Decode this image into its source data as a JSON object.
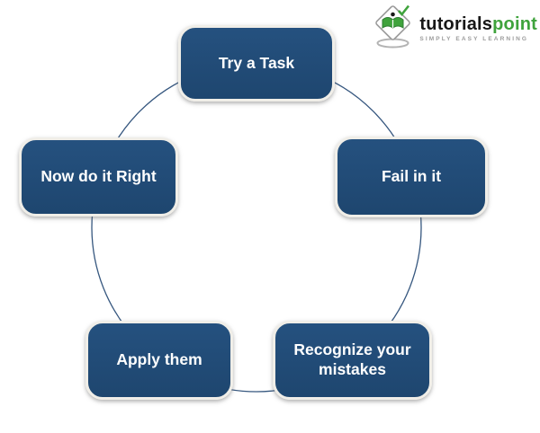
{
  "logo": {
    "brand_first": "tutorials",
    "brand_second": "point",
    "tagline": "SIMPLY EASY LEARNING",
    "brand_color_dark": "#171717",
    "brand_color_green": "#3fa33c"
  },
  "diagram": {
    "type": "cycle",
    "nodes": [
      {
        "id": "try-a-task",
        "label": "Try a Task"
      },
      {
        "id": "fail-in-it",
        "label": "Fail in it"
      },
      {
        "id": "recognize-your-mistakes",
        "label": "Recognize your mistakes"
      },
      {
        "id": "apply-them",
        "label": "Apply them"
      },
      {
        "id": "now-do-it-right",
        "label": "Now do it Right"
      }
    ],
    "node_fill": "#1f4a75",
    "node_text_color": "#ffffff",
    "connector_color": "#36577f"
  }
}
